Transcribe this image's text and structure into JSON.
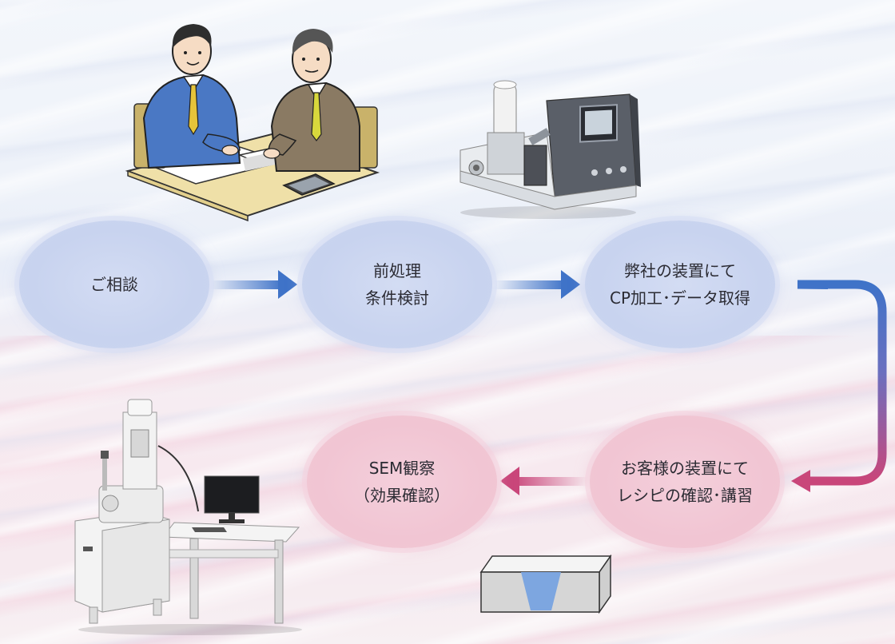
{
  "steps": {
    "consult": "ご相談",
    "pretreatment": "前処理\n条件検討",
    "cp_processing": "弊社の装置にて\nCP加工･データ取得",
    "recipe": "お客様の装置にて\nレシピの確認･講習",
    "sem": "SEM観察\n（効果確認）"
  },
  "colors": {
    "blue_arrow": "#3f73c8",
    "pink_arrow": "#c9467a",
    "ellipse_blue": "#cbd5ef",
    "ellipse_pink": "#f1c5d3"
  },
  "illustrations": {
    "consultation": "business-meeting-illustration",
    "cp_machine": "cross-section-polisher-device",
    "sem_machine": "scanning-electron-microscope",
    "sample": "cross-section-sample-block"
  }
}
